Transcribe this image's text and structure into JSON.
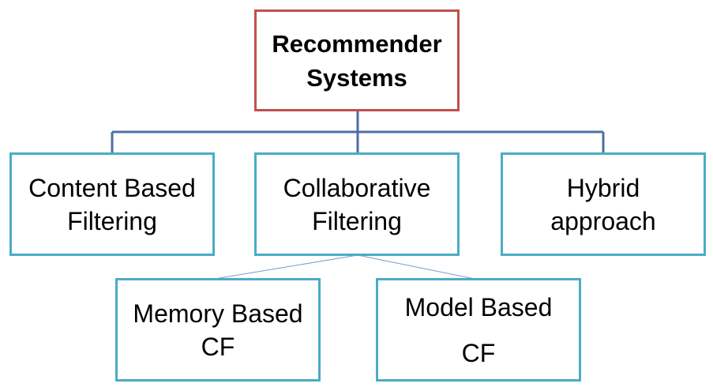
{
  "diagram": {
    "root": {
      "label": "Recommender\nSystems"
    },
    "level1": [
      {
        "label": "Content Based\nFiltering"
      },
      {
        "label": "Collaborative\nFiltering"
      },
      {
        "label": "Hybrid\napproach"
      }
    ],
    "level2": [
      {
        "label": "Memory Based\nCF"
      },
      {
        "label": "Model Based\nCF"
      }
    ],
    "colors": {
      "root_border": "#c0504d",
      "child_border": "#4bacc6",
      "trunk_connector": "#4f6ea6",
      "leaf_connector": "#7a9bc8"
    }
  }
}
